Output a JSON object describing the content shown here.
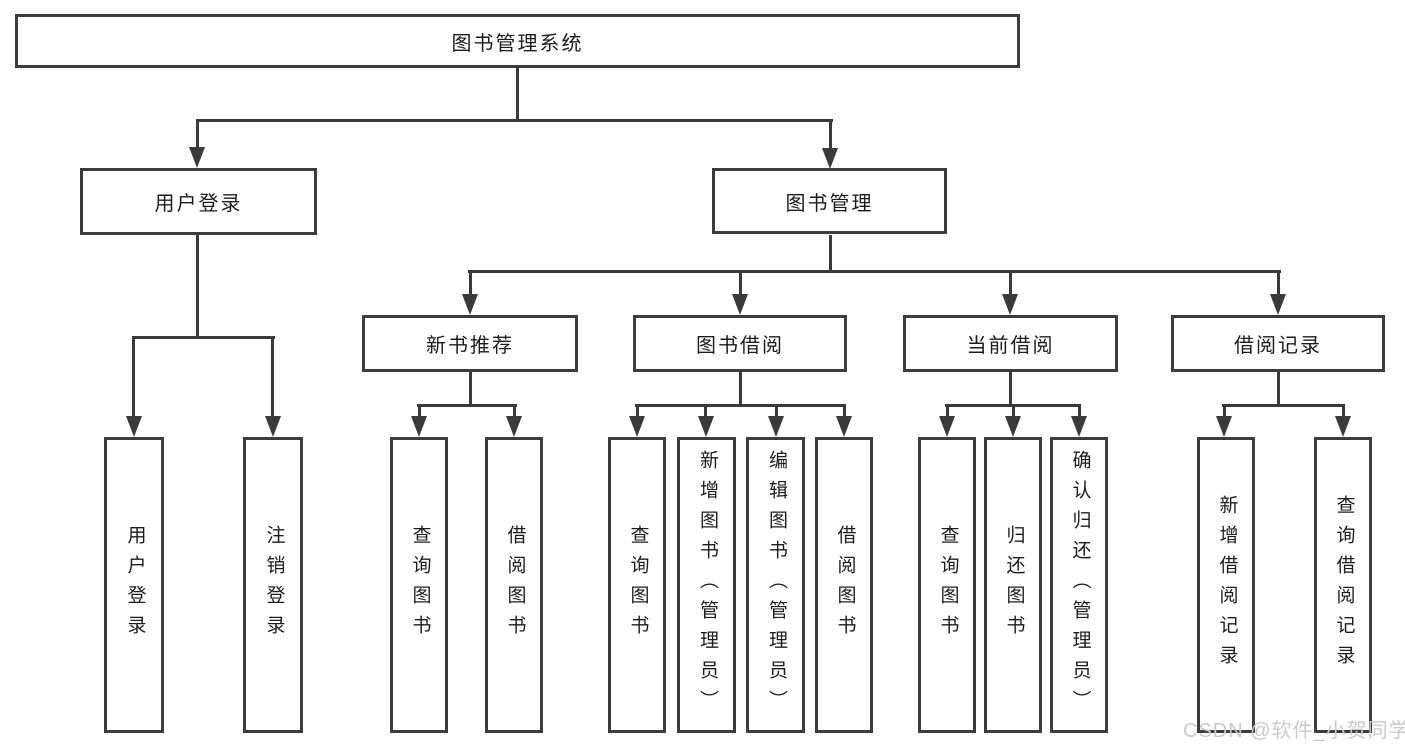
{
  "title": "图书管理系统",
  "branches": [
    {
      "label": "用户登录",
      "children": [
        {
          "label": "用户登录"
        },
        {
          "label": "注销登录"
        }
      ]
    },
    {
      "label": "图书管理",
      "children": [
        {
          "label": "新书推荐",
          "children": [
            {
              "label": "查询图书"
            },
            {
              "label": "借阅图书"
            }
          ]
        },
        {
          "label": "图书借阅",
          "children": [
            {
              "label": "查询图书"
            },
            {
              "label": "新增图书（管理员）"
            },
            {
              "label": "编辑图书（管理员）"
            },
            {
              "label": "借阅图书"
            }
          ]
        },
        {
          "label": "当前借阅",
          "children": [
            {
              "label": "查询图书"
            },
            {
              "label": "归还图书"
            },
            {
              "label": "确认归还（管理员）"
            }
          ]
        },
        {
          "label": "借阅记录",
          "children": [
            {
              "label": "新增借阅记录"
            },
            {
              "label": "查询借阅记录"
            }
          ]
        }
      ]
    }
  ],
  "watermark": "CSDN @软件_小贺同学",
  "colors": {
    "line": "#3a3a3a",
    "node_border": "#3c3c3c",
    "node_background": "#ffffff",
    "text": "#1c1c1c",
    "watermark": "#c9cad0",
    "background": "#ffffff"
  }
}
